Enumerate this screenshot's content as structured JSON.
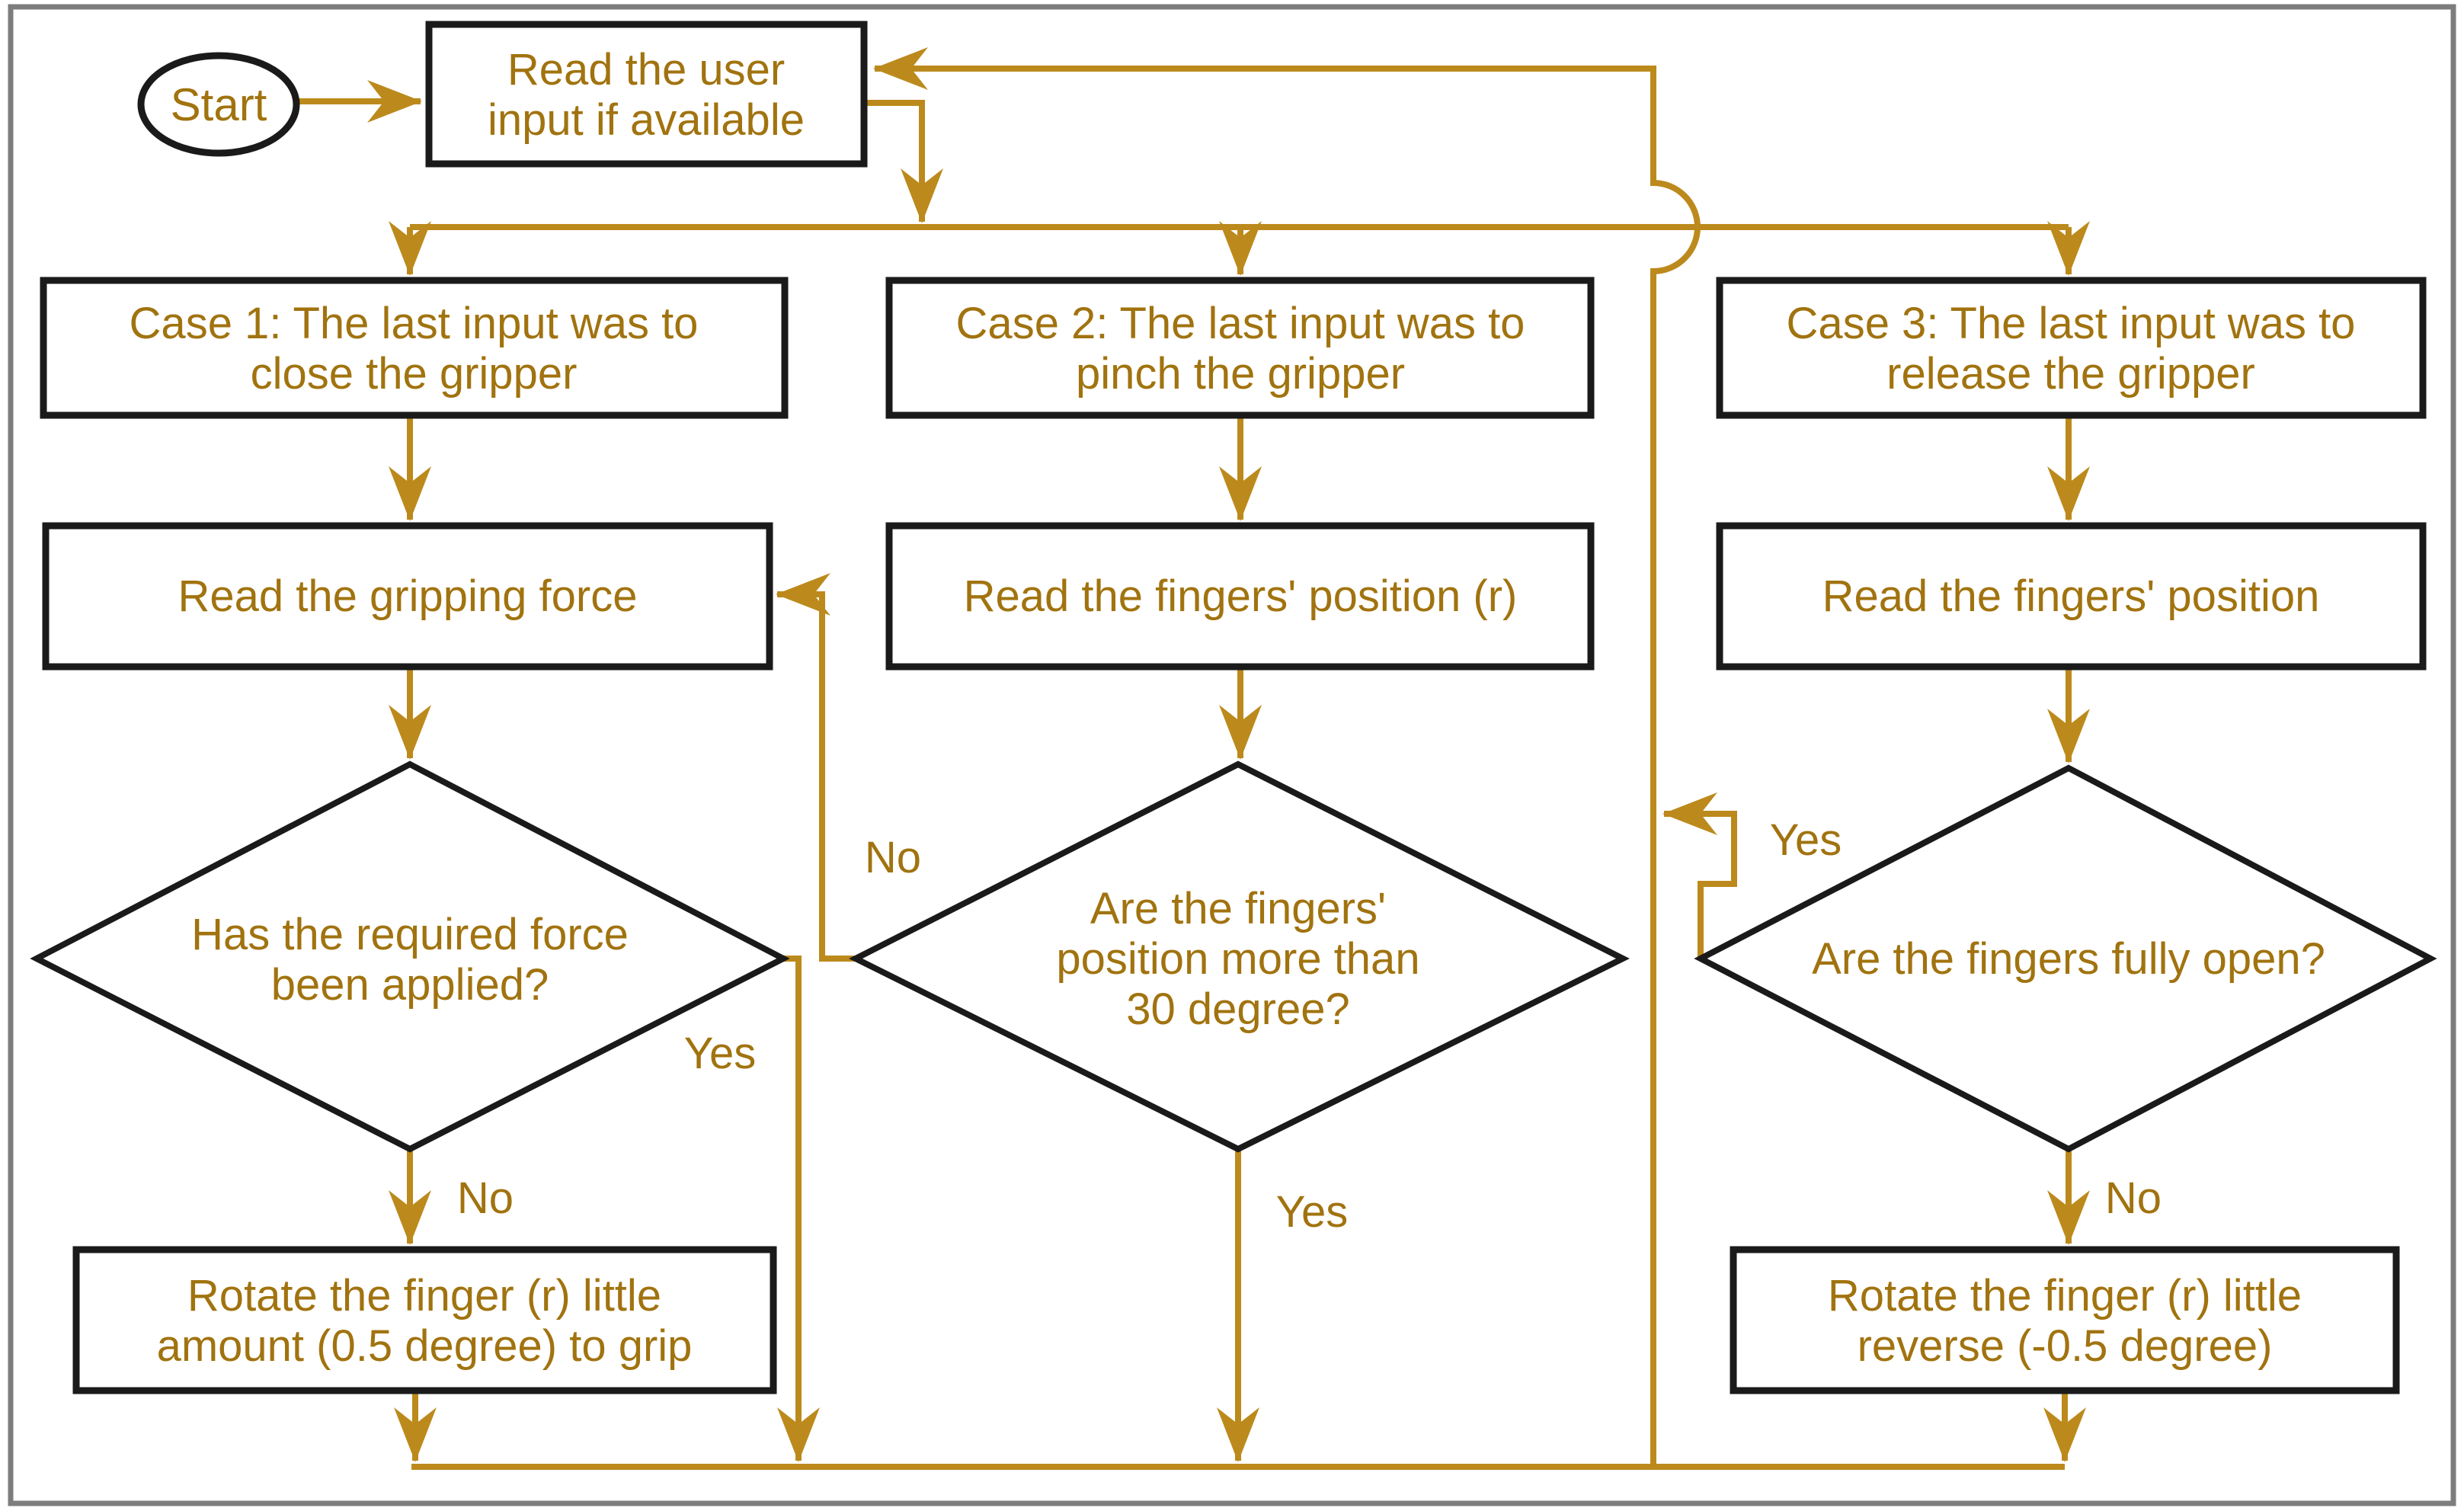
{
  "flowchart": {
    "colors": {
      "line": "#bc8a1c",
      "text": "#a1730f",
      "shape_border": "#1a1a1a",
      "frame": "#7d7d7d",
      "background": "#ffffff"
    },
    "nodes": {
      "start": {
        "type": "terminator",
        "label": "Start"
      },
      "read_input": {
        "type": "process",
        "lines": [
          "Read the user",
          "input if available"
        ]
      },
      "case1": {
        "type": "process",
        "lines": [
          "Case 1: The last input was to",
          "close the gripper"
        ]
      },
      "case2": {
        "type": "process",
        "lines": [
          "Case 2: The last input was to",
          "pinch the gripper"
        ]
      },
      "case3": {
        "type": "process",
        "lines": [
          "Case 3: The last input was to",
          "release the gripper"
        ]
      },
      "read_force": {
        "type": "process",
        "lines": [
          "Read the gripping force"
        ]
      },
      "read_position_r": {
        "type": "process",
        "lines": [
          "Read the fingers' position (r)"
        ]
      },
      "read_position": {
        "type": "process",
        "lines": [
          "Read the fingers' position"
        ]
      },
      "force_decision": {
        "type": "decision",
        "lines": [
          "Has the required force",
          "been applied?"
        ]
      },
      "pinch_decision": {
        "type": "decision",
        "lines": [
          "Are the fingers'",
          "position more than",
          "30 degree?"
        ]
      },
      "open_decision": {
        "type": "decision",
        "lines": [
          "Are the fingers fully open?"
        ]
      },
      "rotate_grip": {
        "type": "process",
        "lines": [
          "Rotate the finger (r) little",
          "amount (0.5 degree) to grip"
        ]
      },
      "rotate_reverse": {
        "type": "process",
        "lines": [
          "Rotate the finger (r) little",
          "reverse (-0.5 degree)"
        ]
      }
    },
    "edge_labels": {
      "force_no": "No",
      "force_yes": "Yes",
      "pinch_no": "No",
      "pinch_yes": "Yes",
      "open_yes": "Yes",
      "open_no": "No"
    }
  }
}
